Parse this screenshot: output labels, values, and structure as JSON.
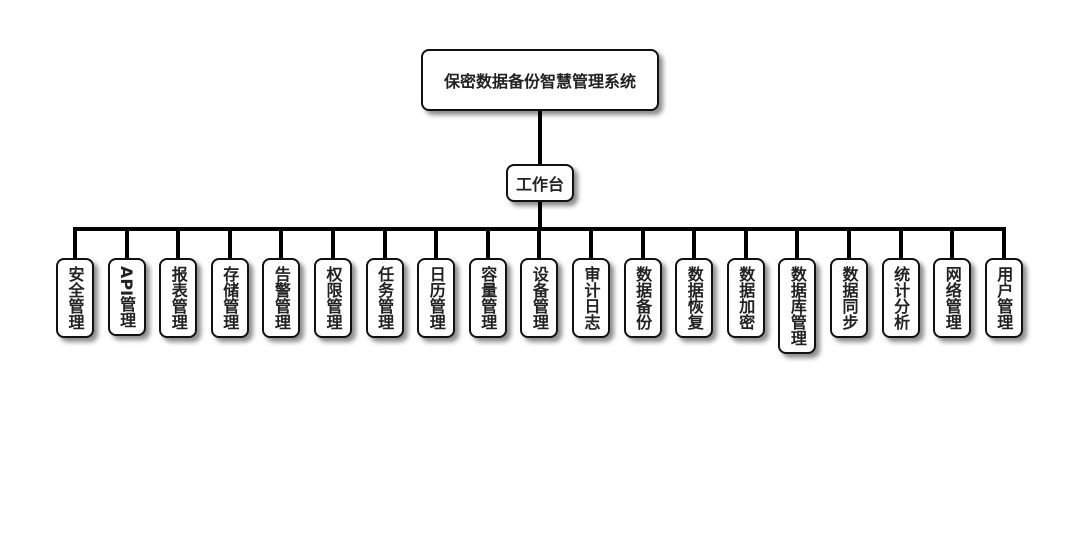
{
  "root": {
    "label": "保密数据备份智慧管理系统"
  },
  "branch": {
    "label": "工作台"
  },
  "leaves": [
    "安全管理",
    "API管理",
    "报表管理",
    "存储管理",
    "告警管理",
    "权限管理",
    "任务管理",
    "日历管理",
    "容量管理",
    "设备管理",
    "审计日志",
    "数据备份",
    "数据恢复",
    "数据加密",
    "数据库管理",
    "数据同步",
    "统计分析",
    "网络管理",
    "用户管理"
  ]
}
